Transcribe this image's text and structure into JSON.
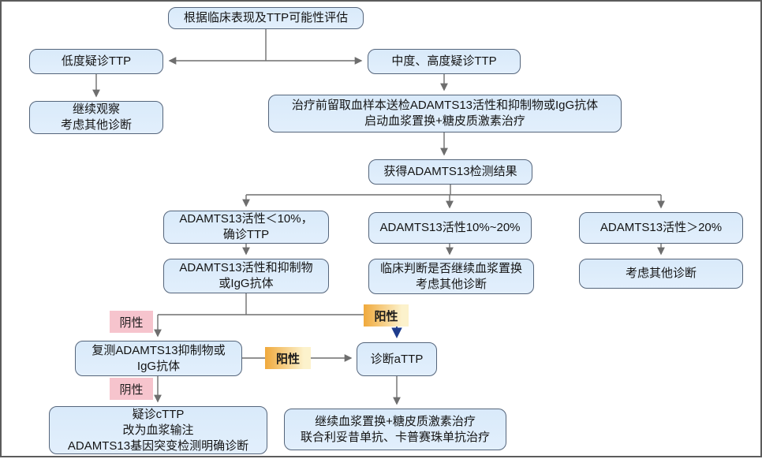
{
  "flowchart": {
    "title_hint": "TTP诊断流程图",
    "nodes": {
      "assess": {
        "lines": [
          "根据临床表现及TTP可能性评估"
        ]
      },
      "low": {
        "lines": [
          "低度疑诊TTP"
        ]
      },
      "observe": {
        "lines": [
          "继续观察",
          "考虑其他诊断"
        ]
      },
      "modhigh": {
        "lines": [
          "中度、高度疑诊TTP"
        ]
      },
      "pretreat": {
        "lines": [
          "治疗前留取血样本送检ADAMTS13活性和抑制物或IgG抗体",
          "启动血浆置换+糖皮质激素治疗"
        ]
      },
      "result": {
        "lines": [
          "获得ADAMTS13检测结果"
        ]
      },
      "lt10": {
        "lines": [
          "ADAMTS13活性＜10%，",
          "确诊TTP"
        ]
      },
      "inhibitor": {
        "lines": [
          "ADAMTS13活性和抑制物",
          "或IgG抗体"
        ]
      },
      "mid1020": {
        "lines": [
          "ADAMTS13活性10%~20%"
        ]
      },
      "judge": {
        "lines": [
          "临床判断是否继续血浆置换",
          "考虑其他诊断"
        ]
      },
      "gt20": {
        "lines": [
          "ADAMTS13活性＞20%"
        ]
      },
      "otherdx": {
        "lines": [
          "考虑其他诊断"
        ]
      },
      "retest": {
        "lines": [
          "复测ADAMTS13抑制物或",
          "IgG抗体"
        ]
      },
      "attp": {
        "lines": [
          "诊断aTTP"
        ]
      },
      "cttp": {
        "lines": [
          "疑诊cTTP",
          "改为血浆输注",
          "ADAMTS13基因突变检测明确诊断"
        ]
      },
      "continue_tx": {
        "lines": [
          "继续血浆置换+糖皮质激素治疗",
          "联合利妥昔单抗、卡普赛珠单抗治疗"
        ]
      }
    },
    "labels": {
      "negative1": "阴性",
      "negative2": "阴性",
      "positive1": "阳性",
      "positive2": "阳性"
    },
    "colors": {
      "node_fill": "#ddebfa",
      "node_border": "#55657b",
      "negative_bg": "#f6c4cd",
      "positive_gradient_start": "#f0a93c",
      "positive_gradient_end": "#fcf2cc",
      "line": "#6e6e6e",
      "accent_arrow": "#1e3c8c"
    }
  }
}
